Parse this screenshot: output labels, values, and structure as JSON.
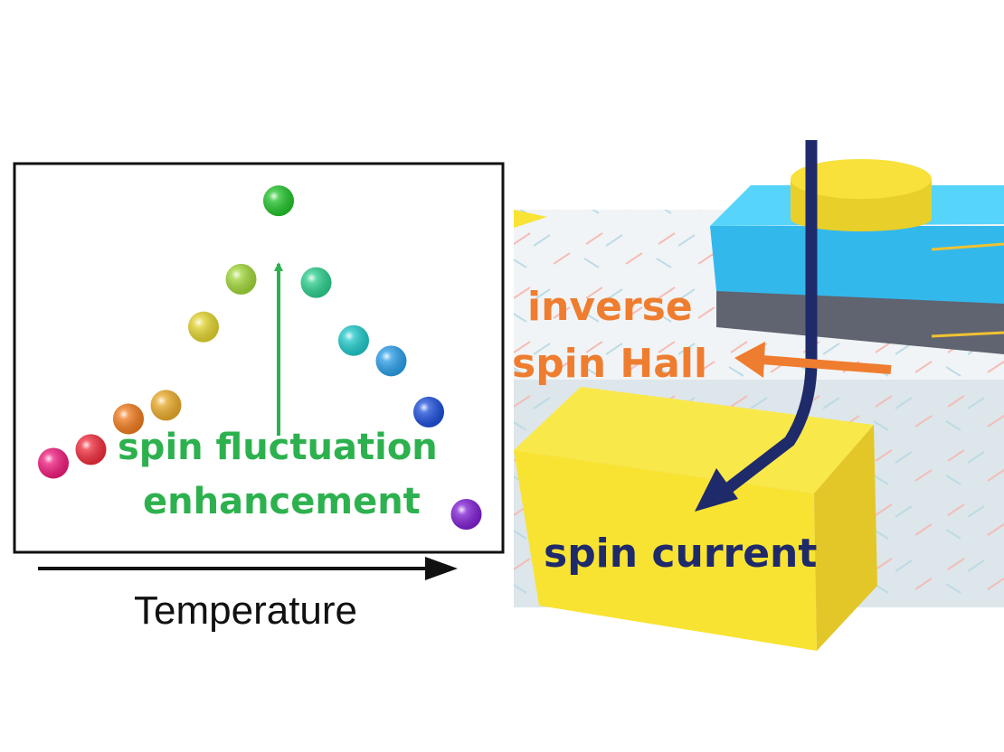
{
  "plot_panel": {
    "axis_label": "Temperature",
    "annotation_line1": "spin fluctuation",
    "annotation_line2": "enhancement",
    "annotation_color": "#2db14e",
    "points": [
      {
        "t": 1,
        "v": 1.5,
        "color": "#ee1c7c"
      },
      {
        "t": 2,
        "v": 1.9,
        "color": "#ee2c3c"
      },
      {
        "t": 3,
        "v": 2.8,
        "color": "#ef7a1e"
      },
      {
        "t": 4,
        "v": 3.2,
        "color": "#e9a92a"
      },
      {
        "t": 5,
        "v": 5.5,
        "color": "#e0d22e"
      },
      {
        "t": 6,
        "v": 6.9,
        "color": "#9fd538"
      },
      {
        "t": 7,
        "v": 9.2,
        "color": "#22c22b"
      },
      {
        "t": 8,
        "v": 6.8,
        "color": "#2ccd8c"
      },
      {
        "t": 9,
        "v": 5.1,
        "color": "#20c7c9"
      },
      {
        "t": 10,
        "v": 4.5,
        "color": "#2a9de6"
      },
      {
        "t": 11,
        "v": 3.0,
        "color": "#1d4ed8"
      },
      {
        "t": 12,
        "v": 0.0,
        "color": "#7f1fd1"
      }
    ]
  },
  "device_panel": {
    "isha_label_line1": "inverse",
    "isha_label_line2": "spin Hall",
    "isha_color": "#ef7d2f",
    "spin_current_label": "spin current",
    "spin_current_color": "#1f2a6b",
    "block_color": "#f9e335",
    "layer_color": "#38bfee"
  }
}
